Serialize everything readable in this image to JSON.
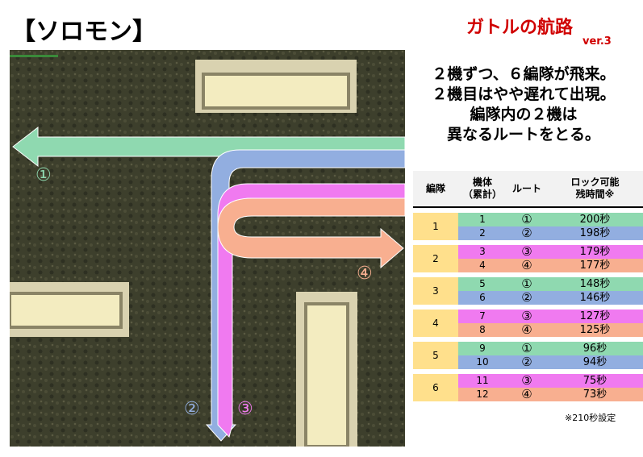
{
  "title": "【ソロモン】",
  "subtitle": "ガトルの航路",
  "version": "ver.3",
  "description": [
    "２機ずつ、６編隊が飛来。",
    "２機目はやや遅れて出現。",
    "編隊内の２機は",
    "異なるルートをとる。"
  ],
  "map": {
    "route_labels": [
      "①",
      "②",
      "③",
      "④"
    ]
  },
  "colors": {
    "route1": "#8fd9b0",
    "route2": "#92aee0",
    "route3": "#f07af0",
    "route4": "#f8af90",
    "group": "#ffe08c"
  },
  "table": {
    "headers": [
      "編隊",
      "機体\n（累計）",
      "ルート",
      "ロック可能\n残時間※"
    ],
    "header_lines": [
      [
        "編隊"
      ],
      [
        "機体",
        "（累計）"
      ],
      [
        "ルート"
      ],
      [
        "ロック可能",
        "残時間※"
      ]
    ],
    "groups": [
      {
        "group": "1",
        "rows": [
          {
            "unit": "1",
            "route": "①",
            "time": "200秒"
          },
          {
            "unit": "2",
            "route": "②",
            "time": "198秒"
          }
        ]
      },
      {
        "group": "2",
        "rows": [
          {
            "unit": "3",
            "route": "③",
            "time": "179秒"
          },
          {
            "unit": "4",
            "route": "④",
            "time": "177秒"
          }
        ]
      },
      {
        "group": "3",
        "rows": [
          {
            "unit": "5",
            "route": "①",
            "time": "148秒"
          },
          {
            "unit": "6",
            "route": "②",
            "time": "146秒"
          }
        ]
      },
      {
        "group": "4",
        "rows": [
          {
            "unit": "7",
            "route": "③",
            "time": "127秒"
          },
          {
            "unit": "8",
            "route": "④",
            "time": "125秒"
          }
        ]
      },
      {
        "group": "5",
        "rows": [
          {
            "unit": "9",
            "route": "①",
            "time": "96秒"
          },
          {
            "unit": "10",
            "route": "②",
            "time": "94秒"
          }
        ]
      },
      {
        "group": "6",
        "rows": [
          {
            "unit": "11",
            "route": "③",
            "time": "75秒"
          },
          {
            "unit": "12",
            "route": "④",
            "time": "73秒"
          }
        ]
      }
    ]
  },
  "note": "※210秒設定"
}
